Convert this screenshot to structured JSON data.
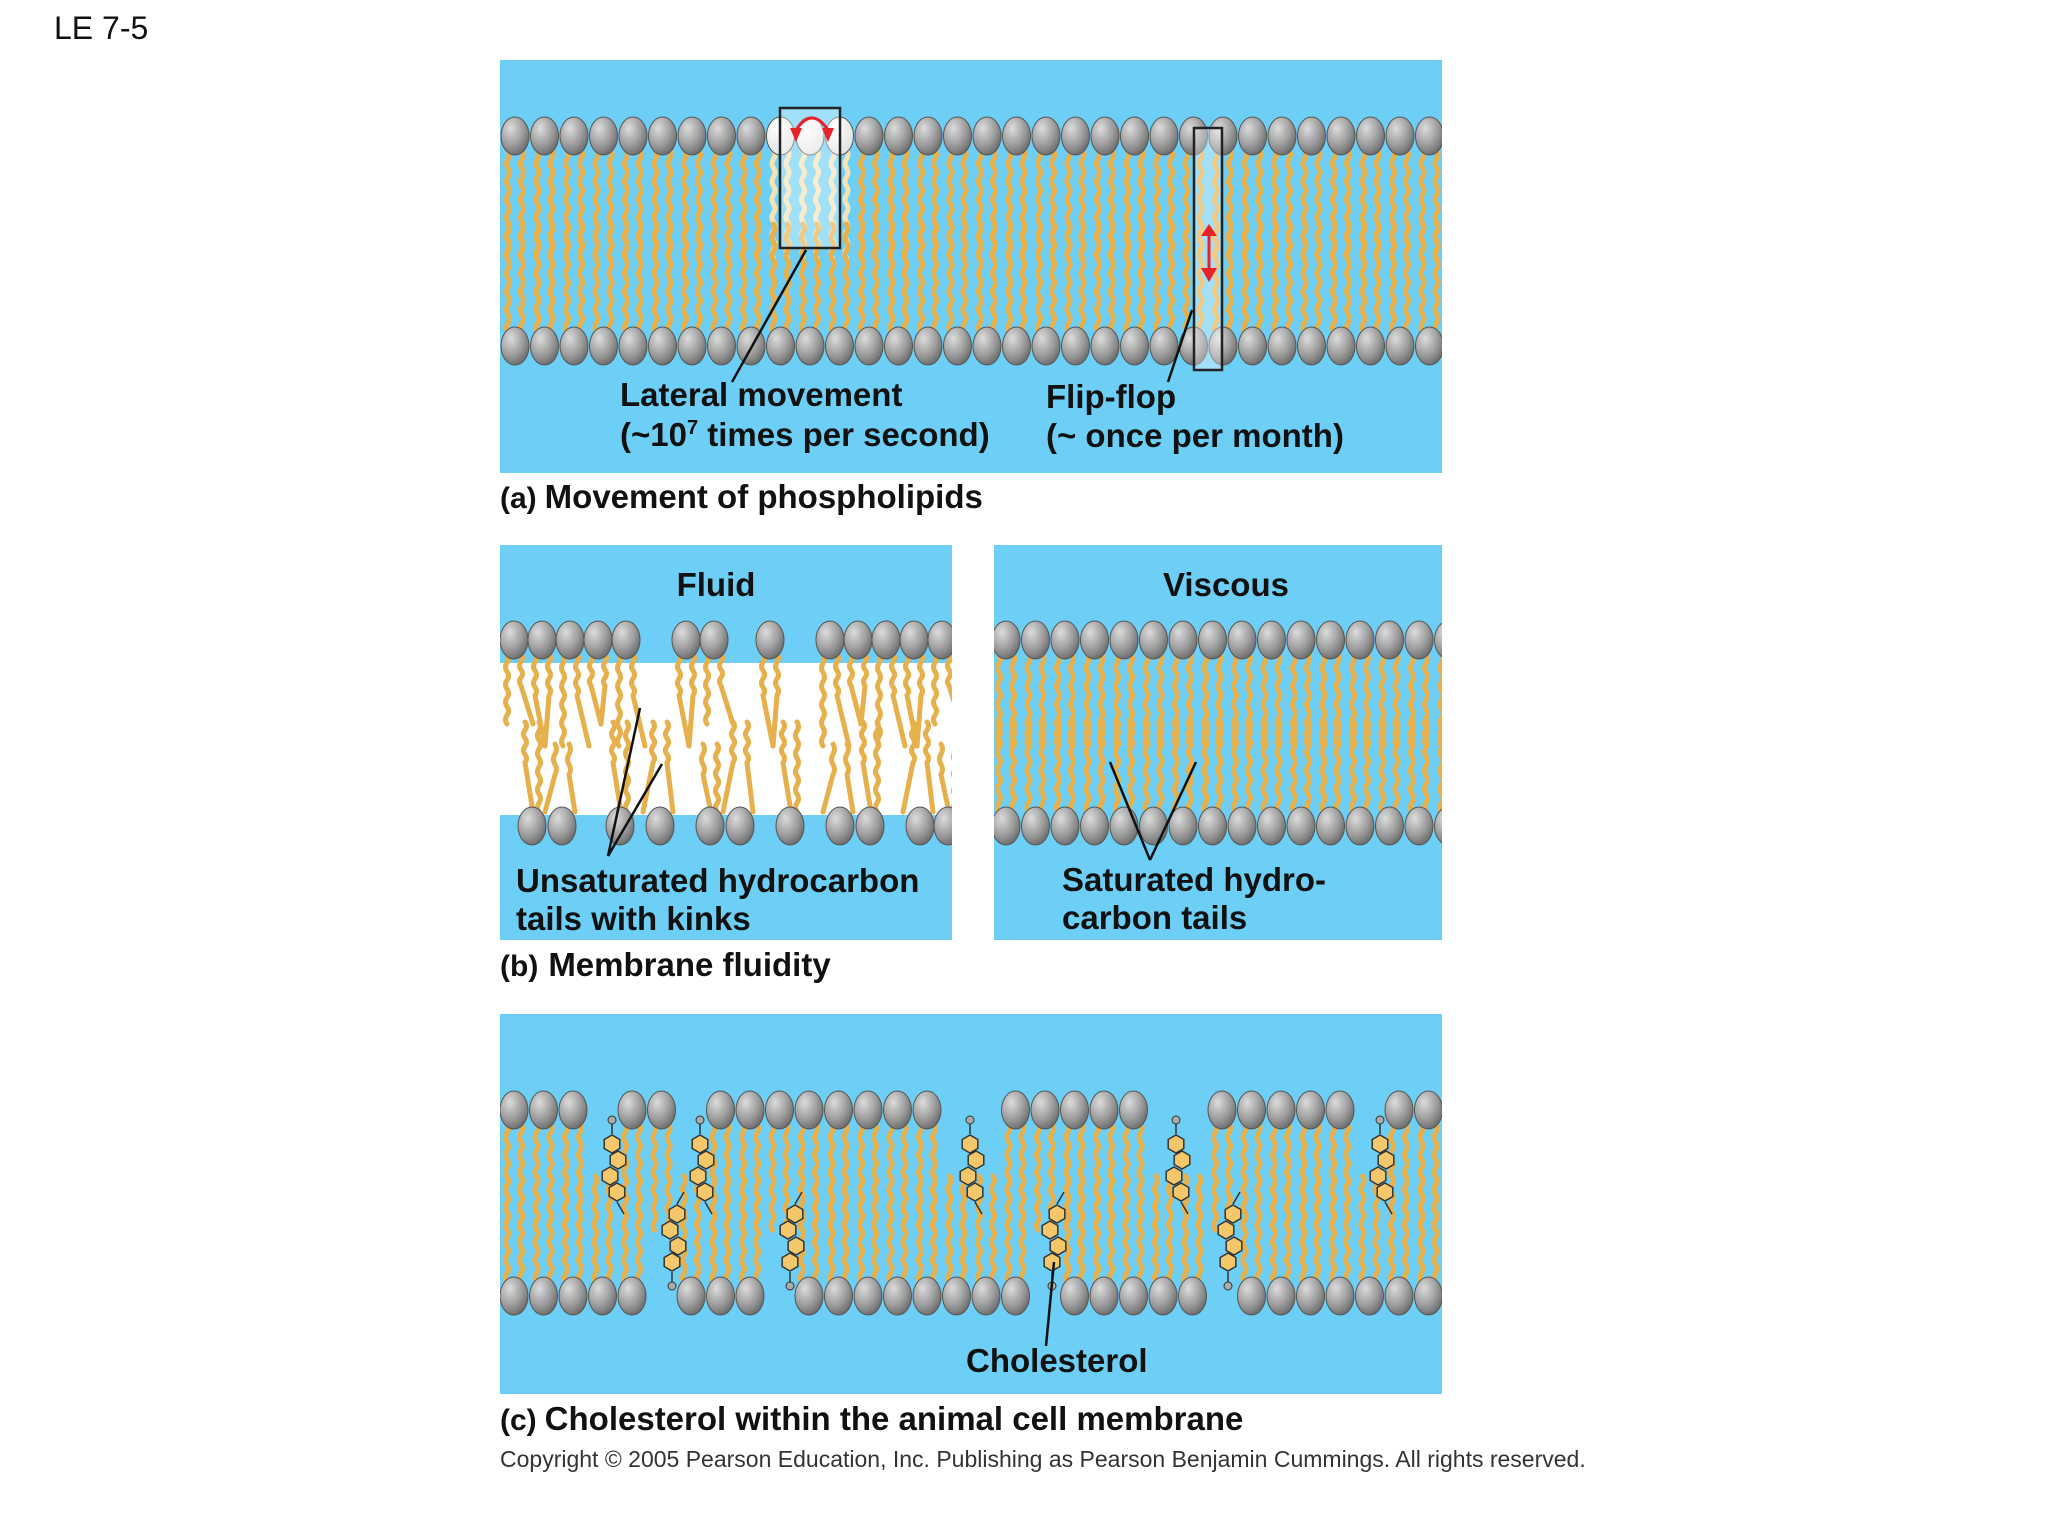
{
  "slide_label": "LE 7-5",
  "panel_a": {
    "caption_letter": "(a)",
    "caption": "Movement of phospholipids",
    "lateral_line1": "Lateral movement",
    "lateral_line2_prefix": "(~10",
    "lateral_exponent": "7",
    "lateral_line2_suffix": " times per second)",
    "flipflop_line1": "Flip-flop",
    "flipflop_line2": "(~ once per month)"
  },
  "panel_b": {
    "caption_letter": "(b)",
    "caption": "Membrane fluidity",
    "fluid_title": "Fluid",
    "viscous_title": "Viscous",
    "unsat_line1": "Unsaturated hydrocarbon",
    "unsat_line2": "tails with kinks",
    "sat_line1": "Saturated hydro-",
    "sat_line2": "carbon tails"
  },
  "panel_c": {
    "caption_letter": "(c)",
    "caption": "Cholesterol within the animal cell membrane",
    "cholesterol_label": "Cholesterol"
  },
  "copyright": "Copyright © 2005 Pearson Education, Inc. Publishing as Pearson Benjamin Cummings. All rights reserved.",
  "colors": {
    "water": "#6dcff6",
    "tail": "#e6b04c",
    "tail_fill": "#f4c86a",
    "head": "#9a9a9a",
    "arrow": "#e8202a"
  }
}
